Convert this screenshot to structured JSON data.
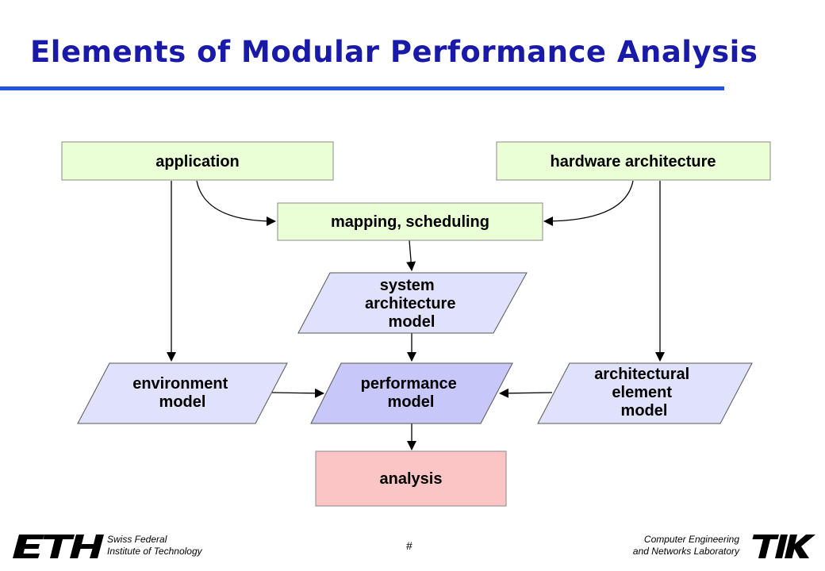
{
  "slide": {
    "title": "Elements of Modular Performance Analysis"
  },
  "diagram": {
    "nodes": {
      "application": "application",
      "hardware_architecture": "hardware architecture",
      "mapping_scheduling": "mapping, scheduling",
      "system_architecture_model": [
        "system",
        "architecture",
        "model"
      ],
      "environment_model": [
        "environment",
        "model"
      ],
      "performance_model": [
        "performance",
        "model"
      ],
      "architectural_element_model": [
        "architectural",
        "element",
        "model"
      ],
      "analysis": "analysis"
    },
    "colors": {
      "input_box": "#ebffd6",
      "model_shape": "#e0e2fb",
      "performance_shape": "#c7c7f9",
      "analysis_box": "#fbc5c5",
      "title": "#1a1aa8",
      "rule": "#2255dd"
    }
  },
  "footer": {
    "left_line1": "Swiss Federal",
    "left_line2": "Institute of Technology",
    "right_line1": "Computer Engineering",
    "right_line2": "and Networks Laboratory",
    "page_number": "#",
    "left_logo_icon": "eth-logo-icon",
    "right_logo_icon": "tik-logo-icon"
  }
}
